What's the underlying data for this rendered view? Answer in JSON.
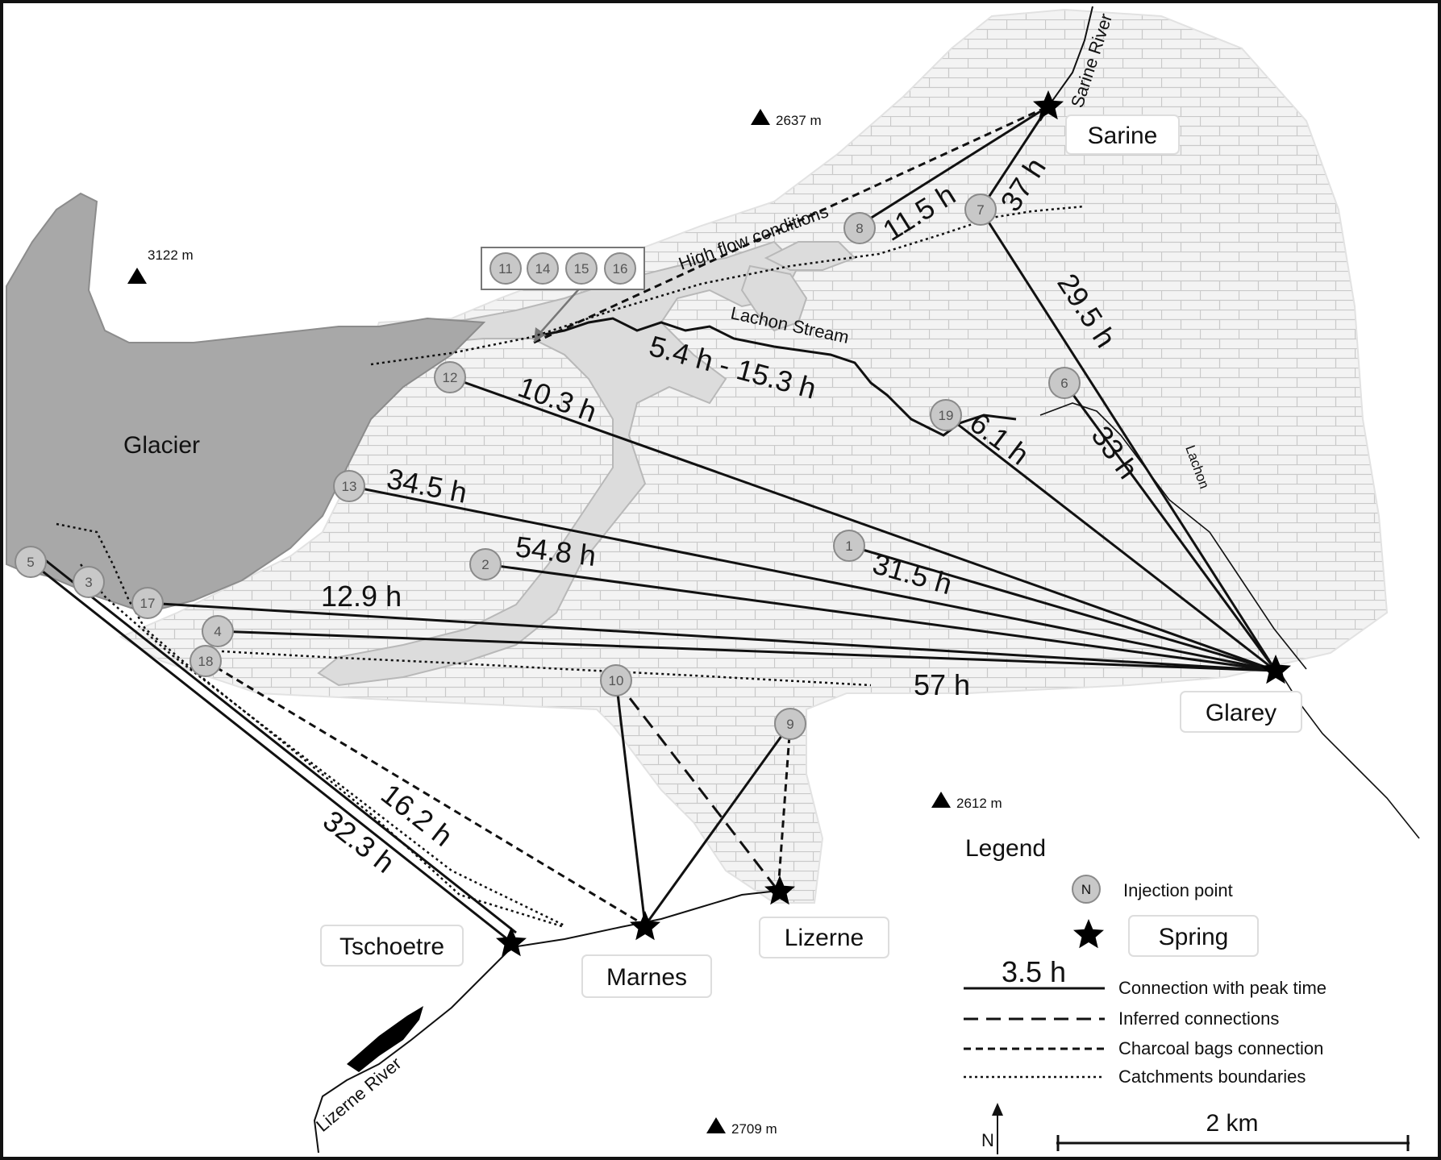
{
  "glacier_label": "Glacier",
  "peaks": [
    {
      "id": "peak-3122",
      "label": "3122 m"
    },
    {
      "id": "peak-2637",
      "label": "2637 m"
    },
    {
      "id": "peak-2612",
      "label": "2612 m"
    },
    {
      "id": "peak-2709",
      "label": "2709 m"
    }
  ],
  "rivers": {
    "sarine_river": "Sarine River",
    "lachon_stream": "Lachon Stream",
    "lachon": "Lachon",
    "lizerne_river": "Lizerne River"
  },
  "high_flow_label": "High flow conditions",
  "springs": [
    {
      "id": "sarine",
      "label": "Sarine"
    },
    {
      "id": "glarey",
      "label": "Glarey"
    },
    {
      "id": "tschoetre",
      "label": "Tschoetre"
    },
    {
      "id": "marnes",
      "label": "Marnes"
    },
    {
      "id": "lizerne",
      "label": "Lizerne"
    }
  ],
  "injection_points": [
    "1",
    "2",
    "3",
    "4",
    "5",
    "6",
    "7",
    "8",
    "9",
    "10",
    "11",
    "12",
    "13",
    "14",
    "15",
    "16",
    "17",
    "18",
    "19"
  ],
  "grouped_injections": [
    "11",
    "14",
    "15",
    "16"
  ],
  "peak_times": {
    "t_8_sarine": "11.5 h",
    "t_7_sarine": "37 h",
    "t_7_glarey": "29.5 h",
    "t_6_glarey": "33 h",
    "t_19_glarey": "6.1 h",
    "t_lachon": "5.4 h - 15.3 h",
    "t_12_glarey": "10.3 h",
    "t_13_glarey": "34.5 h",
    "t_2_glarey": "54.8 h",
    "t_1_glarey": "31.5 h",
    "t_17_glarey": "12.9 h",
    "t_4_glarey": "57 h",
    "t_5_tschoetre": "32.3 h",
    "t_3_tschoetre": "16.2 h"
  },
  "legend": {
    "title": "Legend",
    "injection_symbol": "N",
    "injection": "Injection point",
    "spring": "Spring",
    "sample_time": "3.5 h",
    "connection": "Connection with peak time",
    "inferred": "Inferred connections",
    "charcoal": "Charcoal bags connection",
    "catchments": "Catchments boundaries"
  },
  "north_label": "N",
  "scale_label": "2 km",
  "colors": {
    "glacier": "#a8a8a8",
    "limestone": "#f1f1f1",
    "brick_lines": "#c9c9c9",
    "moraine": "#dcdcdc",
    "injection_fill": "#c8c8c8"
  }
}
